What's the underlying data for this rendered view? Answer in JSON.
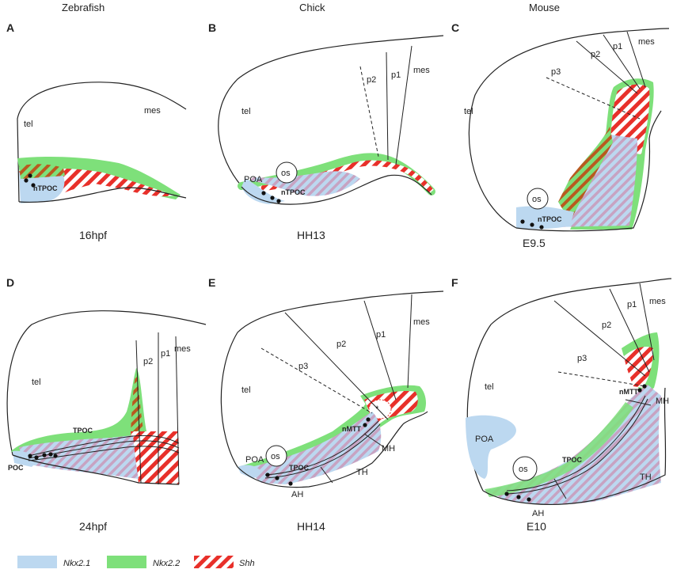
{
  "columns": [
    "Zebrafish",
    "Chick",
    "Mouse"
  ],
  "panels": [
    {
      "letter": "A",
      "stage": "16hpf",
      "labels": {
        "tel": "tel",
        "mes": "mes",
        "cell": "nTPOC"
      }
    },
    {
      "letter": "B",
      "stage": "HH13",
      "labels": {
        "tel": "tel",
        "poa": "POA",
        "os": "os",
        "p2": "p2",
        "p1": "p1",
        "mes": "mes",
        "cell": "nTPOC"
      }
    },
    {
      "letter": "C",
      "stage": "E9.5",
      "labels": {
        "tel": "tel",
        "os": "os",
        "p3": "p3",
        "p2": "p2",
        "p1": "p1",
        "mes": "mes",
        "cell": "nTPOC"
      }
    },
    {
      "letter": "D",
      "stage": "24hpf",
      "labels": {
        "tel": "tel",
        "p2": "p2",
        "p1": "p1",
        "mes": "mes",
        "tpoc": "TPOC",
        "poc": "POC"
      }
    },
    {
      "letter": "E",
      "stage": "HH14",
      "labels": {
        "tel": "tel",
        "p3": "p3",
        "p2": "p2",
        "p1": "p1",
        "mes": "mes",
        "poa": "POA",
        "os": "os",
        "tpoc": "TPOC",
        "nmtt": "nMTT",
        "mh": "MH",
        "th": "TH",
        "ah": "AH",
        "star": "*"
      }
    },
    {
      "letter": "F",
      "stage": "E10",
      "labels": {
        "tel": "tel",
        "p3": "p3",
        "p2": "p2",
        "p1": "p1",
        "mes": "mes",
        "poa": "POA",
        "os": "os",
        "tpoc": "TPOC",
        "nmtt": "nMTT",
        "mh": "MH",
        "th": "TH",
        "ah": "AH"
      }
    }
  ],
  "legend": [
    {
      "label": "Nkx2.1",
      "color": "#bcd8f0"
    },
    {
      "label": "Nkx2.2",
      "color": "#7ee07a"
    },
    {
      "label": "Shh",
      "color": "#e8302a"
    }
  ]
}
